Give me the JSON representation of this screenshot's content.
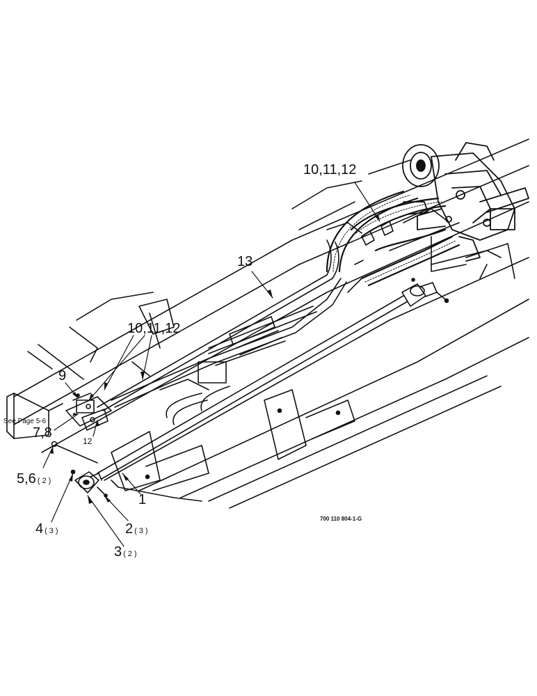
{
  "drawing_number": "700 110 804-1-G",
  "reference_note": "See Page 5-6",
  "callouts": [
    {
      "text": "10,11,12",
      "qty": ""
    },
    {
      "text": "13",
      "qty": ""
    },
    {
      "text": "10,11,12",
      "qty": ""
    },
    {
      "text": "9",
      "qty": ""
    },
    {
      "text": "7,8",
      "qty": ""
    },
    {
      "text": "12",
      "qty": ""
    },
    {
      "text": "5,6",
      "qty": "(2)"
    },
    {
      "text": "1",
      "qty": ""
    },
    {
      "text": "4",
      "qty": "(3)"
    },
    {
      "text": "2",
      "qty": "(3)"
    },
    {
      "text": "3",
      "qty": "(2)"
    }
  ]
}
